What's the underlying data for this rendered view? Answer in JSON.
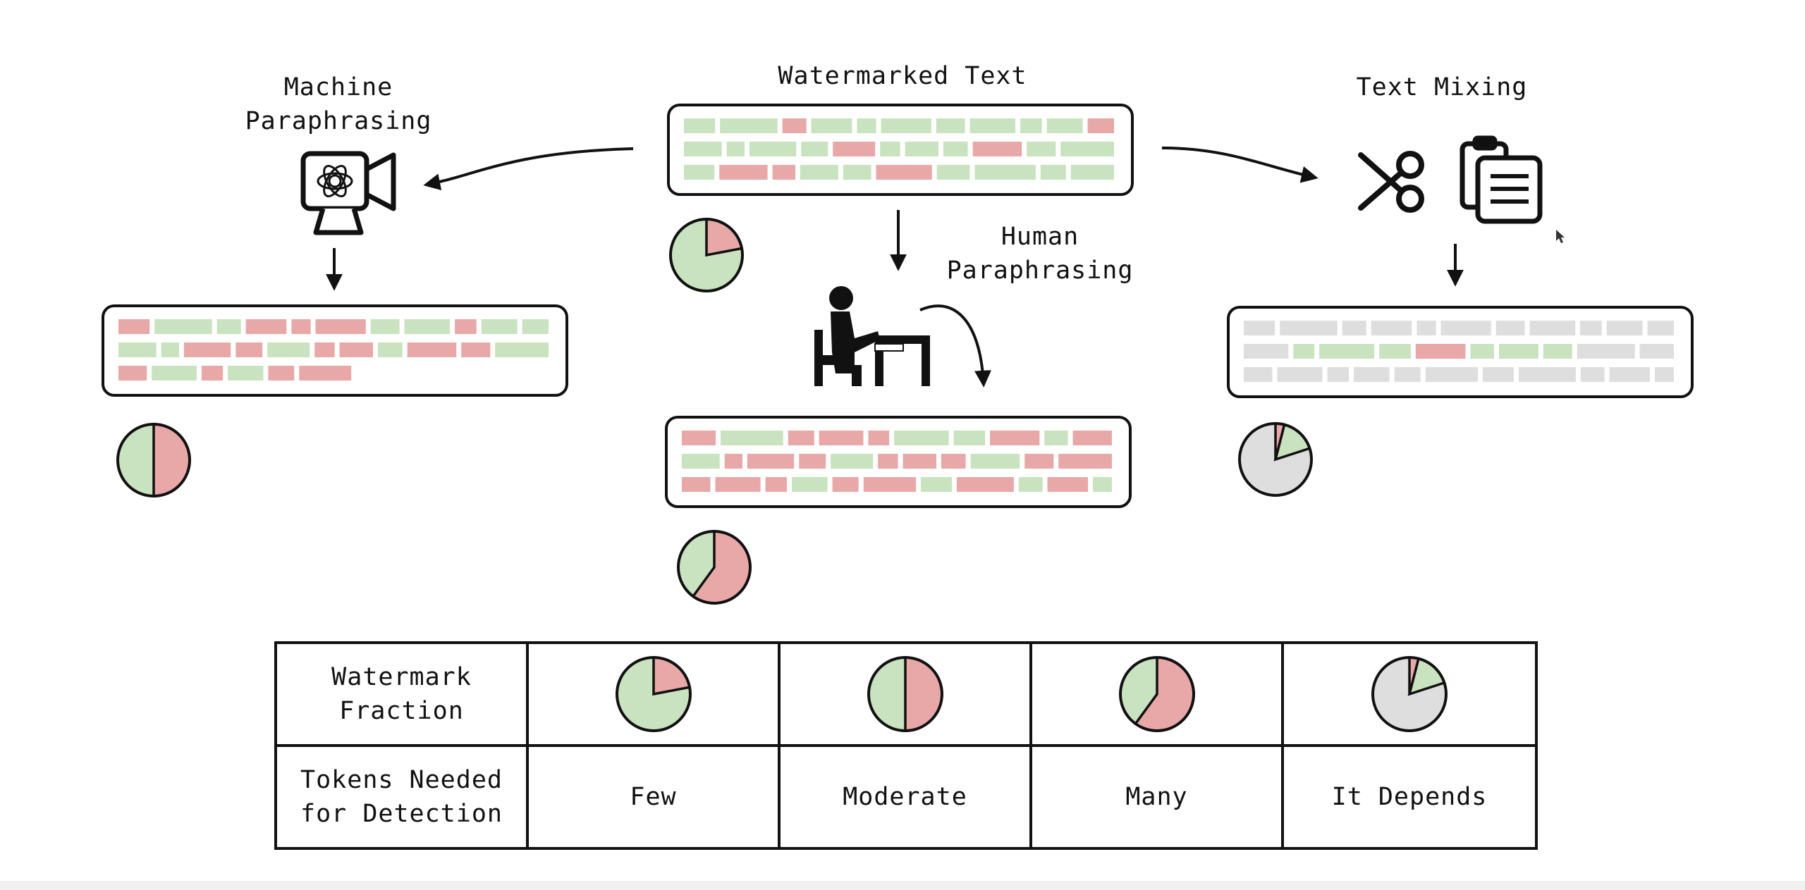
{
  "labels": {
    "watermarked_text": "Watermarked Text",
    "machine_paraphrasing": "Machine\nParaphrasing",
    "human_paraphrasing": "Human\nParaphrasing",
    "text_mixing": "Text Mixing"
  },
  "colors": {
    "green": "#c9e2bf",
    "red": "#e8a8a8",
    "gray": "#dedede",
    "stroke": "#111111"
  },
  "icons": {
    "machine": "chatgpt-monitor-icon",
    "human": "person-writing-at-desk-icon",
    "scissors": "scissors-icon",
    "clipboard": "clipboard-paste-icon"
  },
  "token_boxes": {
    "watermarked": [
      [
        "g",
        "g",
        "r",
        "g",
        "g",
        "g",
        "g",
        "g",
        "g",
        "g",
        "r"
      ],
      [
        "g",
        "g",
        "g",
        "g",
        "r",
        "g",
        "g",
        "g",
        "r",
        "g",
        "g"
      ],
      [
        "g",
        "r",
        "r",
        "g",
        "g",
        "r",
        "g",
        "g",
        "g",
        "g"
      ]
    ],
    "machine": [
      [
        "r",
        "g",
        "g",
        "r",
        "r",
        "r",
        "g",
        "g",
        "r",
        "g",
        "g"
      ],
      [
        "g",
        "g",
        "r",
        "r",
        "g",
        "r",
        "r",
        "g",
        "r",
        "r",
        "g"
      ],
      [
        "r",
        "g",
        "r",
        "g",
        "r",
        "r"
      ]
    ],
    "human": [
      [
        "r",
        "g",
        "r",
        "r",
        "r",
        "g",
        "g",
        "r",
        "g",
        "r"
      ],
      [
        "g",
        "r",
        "r",
        "r",
        "g",
        "r",
        "r",
        "r",
        "g",
        "r",
        "r"
      ],
      [
        "r",
        "r",
        "r",
        "g",
        "r",
        "r",
        "g",
        "r",
        "g",
        "r",
        "g"
      ]
    ],
    "mixing": [
      [
        "x",
        "x",
        "x",
        "x",
        "x",
        "x",
        "x",
        "x",
        "x",
        "x",
        "x"
      ],
      [
        "x",
        "g",
        "g",
        "g",
        "r",
        "g",
        "g",
        "g",
        "x",
        "x"
      ],
      [
        "x",
        "x",
        "x",
        "x",
        "x",
        "x",
        "x",
        "x",
        "x",
        "x",
        "x"
      ]
    ]
  },
  "pies": {
    "watermarked": {
      "red": 0.22,
      "gray": 0
    },
    "machine": {
      "red": 0.5,
      "gray": 0
    },
    "human": {
      "red": 0.6,
      "gray": 0
    },
    "mixing": {
      "red": 0.04,
      "green": 0.16
    }
  },
  "table": {
    "row1_label": "Watermark\nFraction",
    "row2_label": "Tokens Needed\nfor Detection",
    "columns": [
      {
        "pie": {
          "red": 0.22,
          "gray": 0
        },
        "tokens_needed": "Few"
      },
      {
        "pie": {
          "red": 0.5,
          "gray": 0
        },
        "tokens_needed": "Moderate"
      },
      {
        "pie": {
          "red": 0.6,
          "gray": 0
        },
        "tokens_needed": "Many"
      },
      {
        "pie": {
          "red": 0.04,
          "green": 0.16
        },
        "tokens_needed": "It Depends"
      }
    ]
  }
}
